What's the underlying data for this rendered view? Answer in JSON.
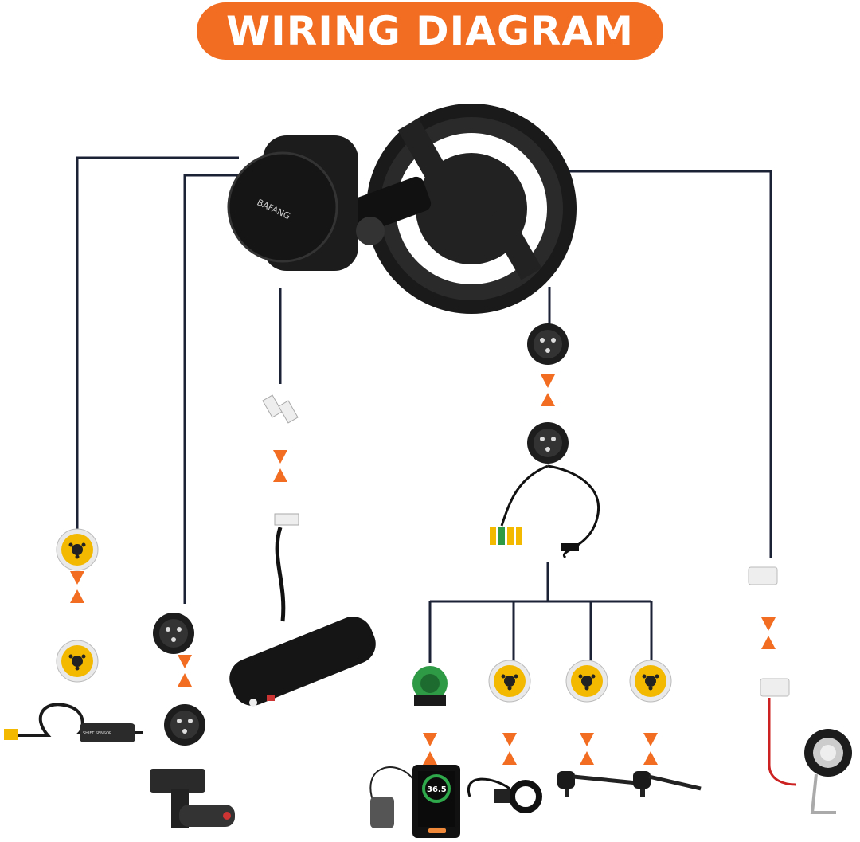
{
  "title": "WIRING DIAGRAM",
  "motor": {
    "brand": "BAFANG"
  },
  "components": {
    "shift_sensor_label": "SHIFT SENSOR",
    "display_speed": "36.5"
  },
  "colors": {
    "accent": "#f26d21",
    "wire": "#1b2236",
    "connector_yellow": "#f3b800",
    "connector_green": "#2f9a45"
  }
}
